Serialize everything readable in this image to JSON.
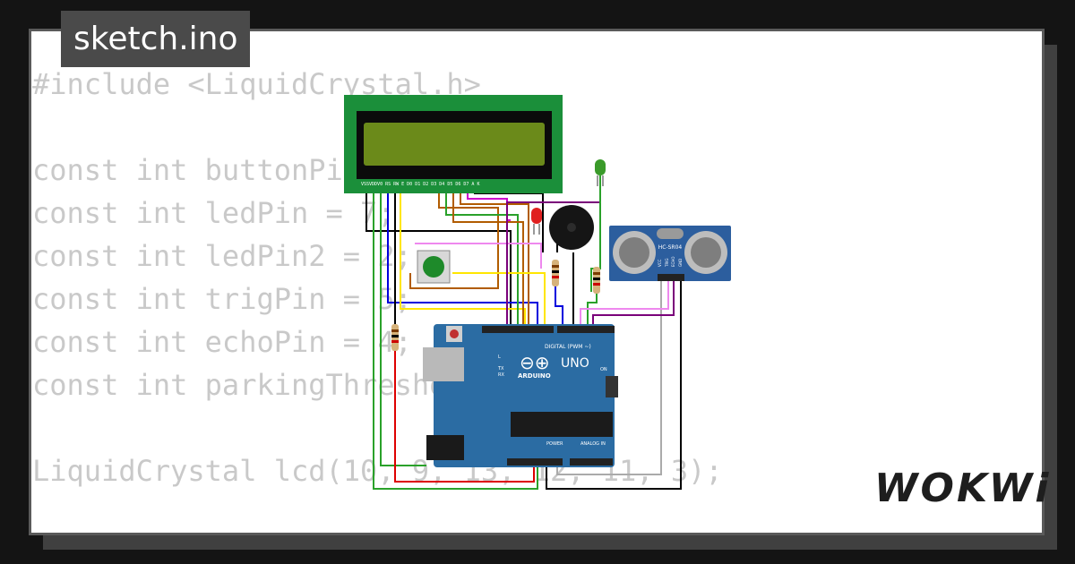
{
  "title_tab": "sketch.ino",
  "code_lines": [
    "#include <LiquidCrystal.h>",
    "",
    "const int buttonPin = 8;",
    "const int ledPin = 7;",
    "const int ledPin2 = 2;",
    "const int trigPin = 5;",
    "const int echoPin = 4;",
    "const int parkingThreshold = 20;",
    "",
    "LiquidCrystal lcd(10, 9, 13, 12, 11, 3);"
  ],
  "board": {
    "model": "UNO",
    "brand": "ARDUINO",
    "digital_label": "DIGITAL (PWM ~)",
    "analog_label": "ANALOG IN",
    "power_label": "POWER",
    "on_label": "ON",
    "tx": "TX",
    "rx": "RX",
    "l": "L"
  },
  "sensor": {
    "label": "HC-SR04",
    "pins": [
      "VCC",
      "TRIG",
      "ECHO",
      "GND"
    ]
  },
  "lcd_pins": "VSSVDDV0 RS RW E D0 D1 D2 D3 D4 D5 D6 D7 A K",
  "brand_logo": "WOKWi",
  "colors": {
    "background": "#141414",
    "card": "#ffffff",
    "code_text": "#c9c9c9",
    "lcd_board": "#1b8f3a",
    "lcd_screen": "#6b8a1a",
    "arduino": "#2b6ca3"
  }
}
